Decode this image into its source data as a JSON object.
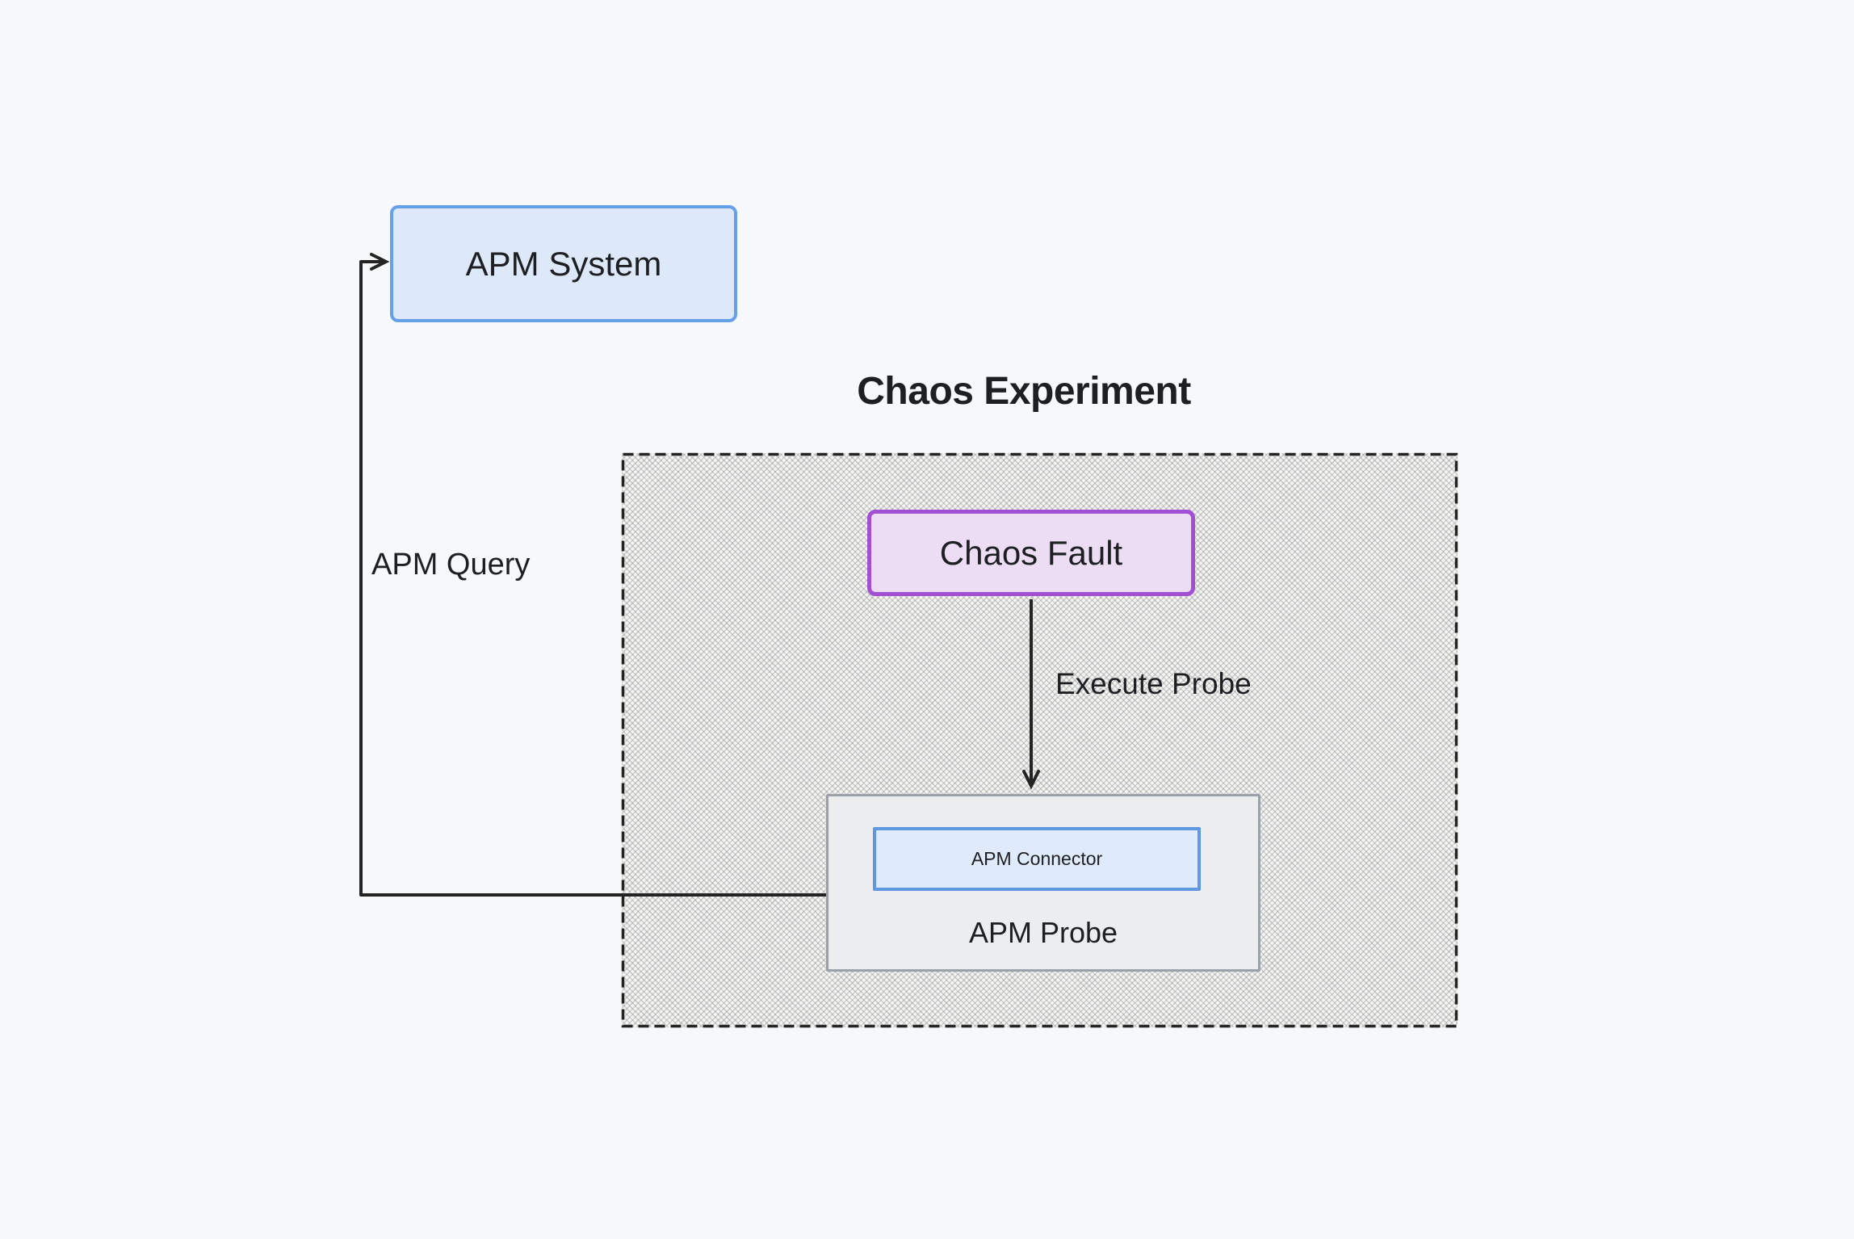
{
  "diagram": {
    "title": "Chaos Experiment",
    "nodes": {
      "apm_system": {
        "label": "APM System"
      },
      "chaos_fault": {
        "label": "Chaos Fault"
      },
      "apm_probe": {
        "label": "APM Probe"
      },
      "apm_connector": {
        "label": "APM Connector"
      }
    },
    "edges": {
      "apm_query": {
        "label": "APM Query",
        "from": "apm_probe",
        "to": "apm_system"
      },
      "execute_probe": {
        "label": "Execute Probe",
        "from": "chaos_fault",
        "to": "apm_probe"
      }
    }
  },
  "colors": {
    "page-bg": "#f7f8fa",
    "text-color": "#1d1f23",
    "line-color": "#242424",
    "node-blue-border": "#66a0e8",
    "node-blue-fill": "#dde9f9",
    "node-purple-border": "#a34fd3",
    "node-purple-fill": "#ecddf5",
    "node-gray-border": "#9aa1a9",
    "node-gray-fill": "#ebedef",
    "connector-border": "#5f97e3",
    "connector-fill": "#dfeafb"
  }
}
